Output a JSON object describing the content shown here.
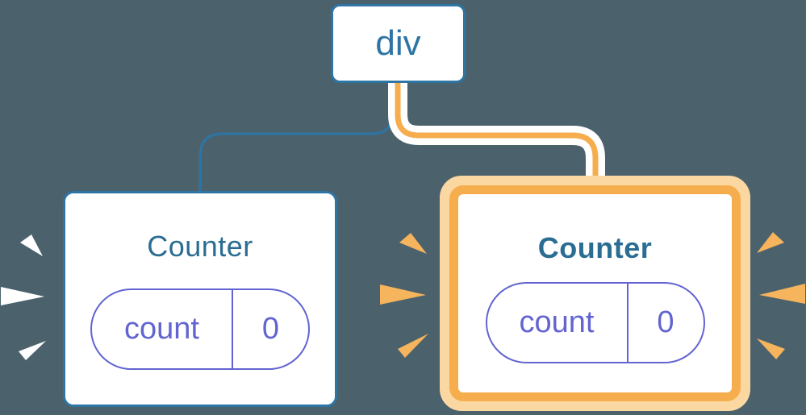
{
  "colors": {
    "bg": "#4b626d",
    "blue": "#2d75a4",
    "title-blue": "#2b6d92",
    "purple": "#6264d2",
    "orange": "#f5ad4d",
    "orange-light": "#fbd8a2",
    "spark-orange": "#f6b45c",
    "white": "#ffffff"
  },
  "diagram": {
    "root": {
      "label": "div"
    },
    "children": [
      {
        "title": "Counter",
        "highlighted": false,
        "state": {
          "name": "count",
          "value": "0"
        }
      },
      {
        "title": "Counter",
        "highlighted": true,
        "state": {
          "name": "count",
          "value": "0"
        }
      }
    ],
    "decorations": {
      "left_sparks": "white-burst",
      "right_sparks": "orange-burst"
    }
  }
}
